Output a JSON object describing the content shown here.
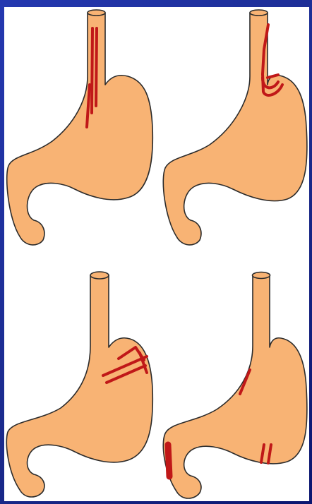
{
  "colors": {
    "background": "#1a2a8c",
    "panel": "#ffffff",
    "stomach_fill": "#f8b374",
    "outline": "#2b2b2b",
    "lesion": "#c01818"
  },
  "diagrams": [
    {
      "id": "stomach-1",
      "lesion_region": "esophagus"
    },
    {
      "id": "stomach-2",
      "lesion_region": "gastroesophageal-junction"
    },
    {
      "id": "stomach-3",
      "lesion_region": "cardia-fundus"
    },
    {
      "id": "stomach-4",
      "lesion_region": "body-antrum-pylorus"
    }
  ]
}
